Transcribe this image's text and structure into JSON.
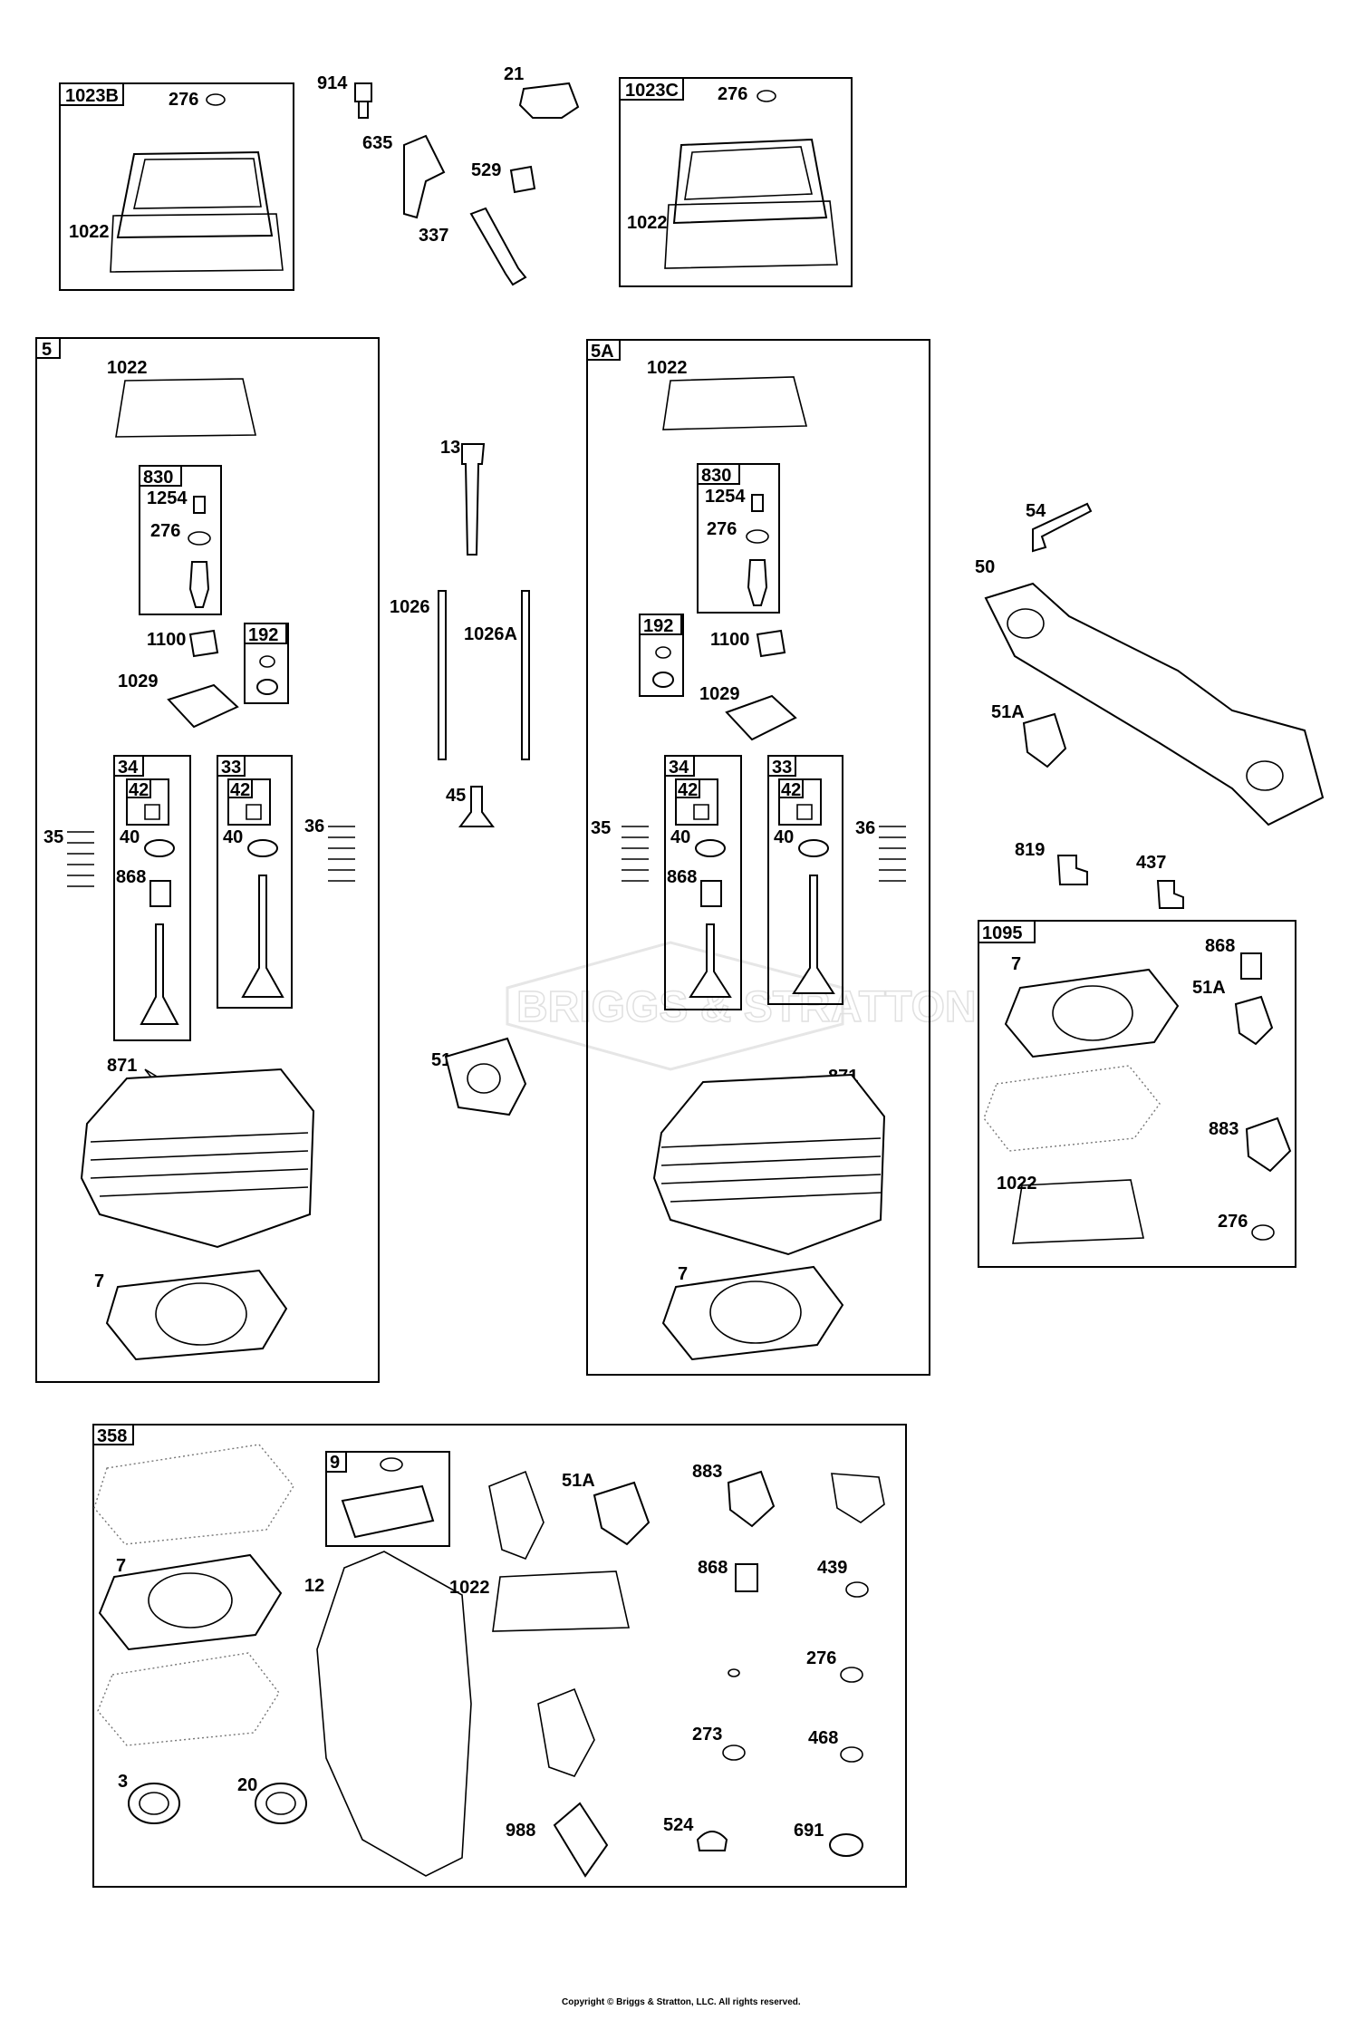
{
  "watermark": "BRIGGS & STRATTON",
  "copyright": "Copyright © Briggs & Stratton, LLC. All rights reserved.",
  "kits": {
    "k1023B": "1023B",
    "k1023C": "1023C",
    "k5": "5",
    "k5A": "5A",
    "k830": "830",
    "k192": "192",
    "k34": "34",
    "k33": "33",
    "k42": "42",
    "k1095": "1095",
    "k358": "358",
    "k9": "9"
  },
  "labels": {
    "p276": "276",
    "p1022": "1022",
    "p914": "914",
    "p21": "21",
    "p635": "635",
    "p529": "529",
    "p337": "337",
    "p13": "13",
    "p1026": "1026",
    "p1026A": "1026A",
    "p45": "45",
    "p51": "51",
    "p1254": "1254",
    "p1100": "1100",
    "p1029": "1029",
    "p35": "35",
    "p36": "36",
    "p40": "40",
    "p868": "868",
    "p871": "871",
    "p7": "7",
    "p54": "54",
    "p50": "50",
    "p51A": "51A",
    "p819": "819",
    "p437": "437",
    "p883": "883",
    "p12": "12",
    "p439": "439",
    "p273": "273",
    "p468": "468",
    "p3": "3",
    "p20": "20",
    "p988": "988",
    "p524": "524",
    "p691": "691"
  }
}
